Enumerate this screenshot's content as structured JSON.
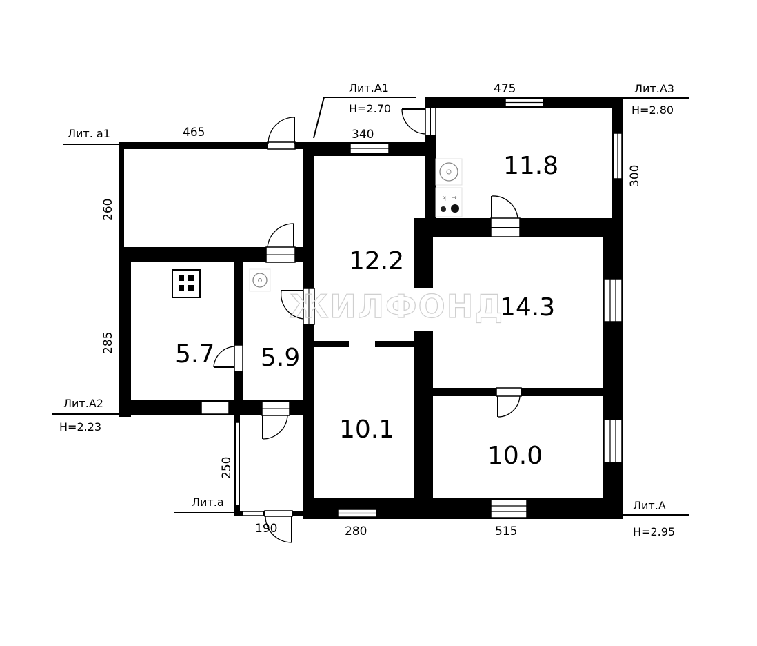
{
  "watermark": "ЖИЛФОНД",
  "rooms": [
    {
      "id": "r11-8",
      "area": "11.8"
    },
    {
      "id": "r12-2",
      "area": "12.2"
    },
    {
      "id": "r14-3",
      "area": "14.3"
    },
    {
      "id": "r5-7",
      "area": "5.7"
    },
    {
      "id": "r5-9",
      "area": "5.9"
    },
    {
      "id": "r10-1",
      "area": "10.1"
    },
    {
      "id": "r10-0",
      "area": "10.0"
    }
  ],
  "dimensions": {
    "d475": "475",
    "d465": "465",
    "d340": "340",
    "d300": "300",
    "d260": "260",
    "d285": "285",
    "d250": "250",
    "d190": "190",
    "d280": "280",
    "d515": "515"
  },
  "labels": {
    "lit_a1_lower": "Лит. а1",
    "lit_A1": "Лит.А1",
    "h_A1": "H=2.70",
    "lit_A3": "Лит.А3",
    "h_A3": "H=2.80",
    "lit_A2": "Лит.А2",
    "h_A2": "H=2.23",
    "lit_a": "Лит.а",
    "lit_A": "Лит.А",
    "h_A": "H=2.95"
  },
  "colors": {
    "wall": "#000000",
    "background": "#ffffff",
    "watermark": "#cfcfcf"
  }
}
